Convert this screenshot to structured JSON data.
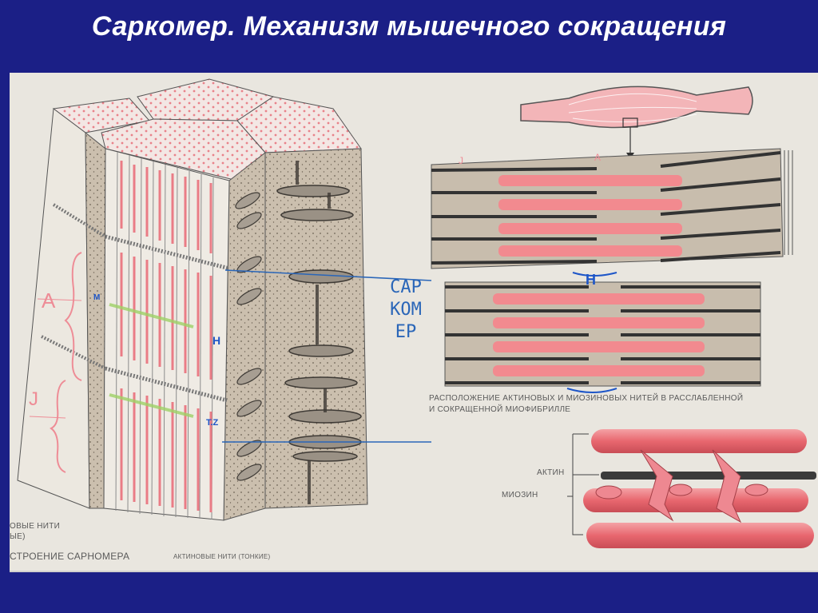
{
  "slide": {
    "title": "Саркомер. Механизм мышечного сокращения"
  },
  "colors": {
    "background": "#1b1f86",
    "poster": "#e9e6df",
    "filament": "#f07d86",
    "muscle": "#e8747c",
    "matrix": "#cbbfae",
    "annotation": "#2a66b8"
  },
  "poster": {
    "sarcomere_word": "САРКОМЕР",
    "h_zone_label": "H",
    "left_caption": "СТРОЕНИЕ САРНОМЕРА",
    "thin_filaments_label": "АКТИНОВЫЕ НИТИ (ТОНКИЕ)",
    "thick_filaments_label_line1": "ОВЫЕ НИТИ",
    "thick_filaments_label_line2": "ЫЕ)",
    "band_a": "A",
    "band_i": "J",
    "band_m": "M",
    "band_tz": "T.Z",
    "middle_caption_line1": "РАСПОЛОЖЕНИЕ АКТИНОВЫХ И МИОЗИНОВЫХ НИТЕЙ В РАССЛАБЛЕННОЙ",
    "middle_caption_line2": "И СОКРАЩЕННОЙ МИОФИБРИЛЛЕ",
    "actin_label": "АКТИН",
    "myosin_label": "МИОЗИН",
    "top_j": "J",
    "top_a": "A"
  }
}
